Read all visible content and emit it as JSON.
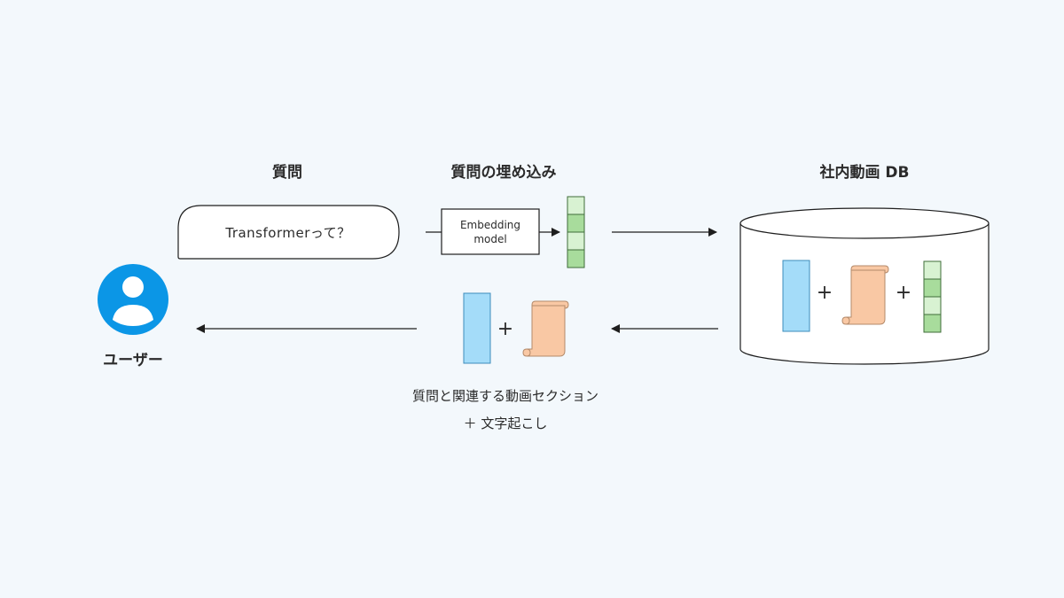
{
  "labels": {
    "question": "質問",
    "question_embedding": "質問の埋め込み",
    "company_video_db": "社内動画 DB",
    "user": "ユーザー",
    "related_sections_line1": "質問と関連する動画セクション",
    "related_sections_line2": "＋ 文字起こし"
  },
  "query_bubble": {
    "text": "Transformerって？"
  },
  "embedding_model": {
    "line1": "Embedding",
    "line2": "model"
  },
  "operators": {
    "plus": "+"
  },
  "colors": {
    "background": "#f3f8fc",
    "user_avatar": "#0b96e6",
    "video_segment_fill": "#a4dcf9",
    "video_segment_stroke": "#3d8dbb",
    "transcript_fill": "#f9c8a4",
    "transcript_stroke": "#b48a6a",
    "embedding_light": "#d8f2d2",
    "embedding_dark": "#a8dc9c",
    "embedding_stroke": "#3f6d3a",
    "line": "#1e1e1e"
  },
  "icons": {
    "user": "user-avatar-icon",
    "video_segment": "video-segment-icon",
    "transcript": "scroll-icon",
    "embedding_vector": "vector-icon",
    "database": "database-cylinder-icon",
    "arrow": "arrow-icon"
  }
}
